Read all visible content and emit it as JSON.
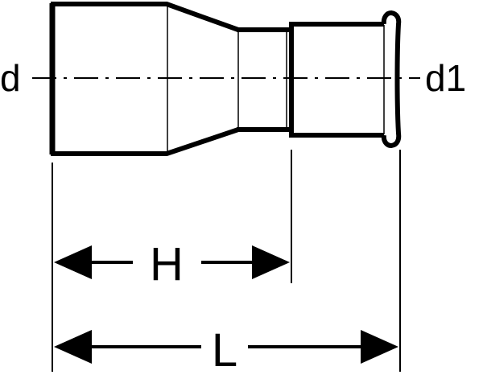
{
  "labels": {
    "inlet_diameter": "d",
    "outlet_diameter": "d1",
    "insertion_depth": "H",
    "overall_length": "L"
  },
  "colors": {
    "line": "#000000",
    "background": "#ffffff"
  }
}
